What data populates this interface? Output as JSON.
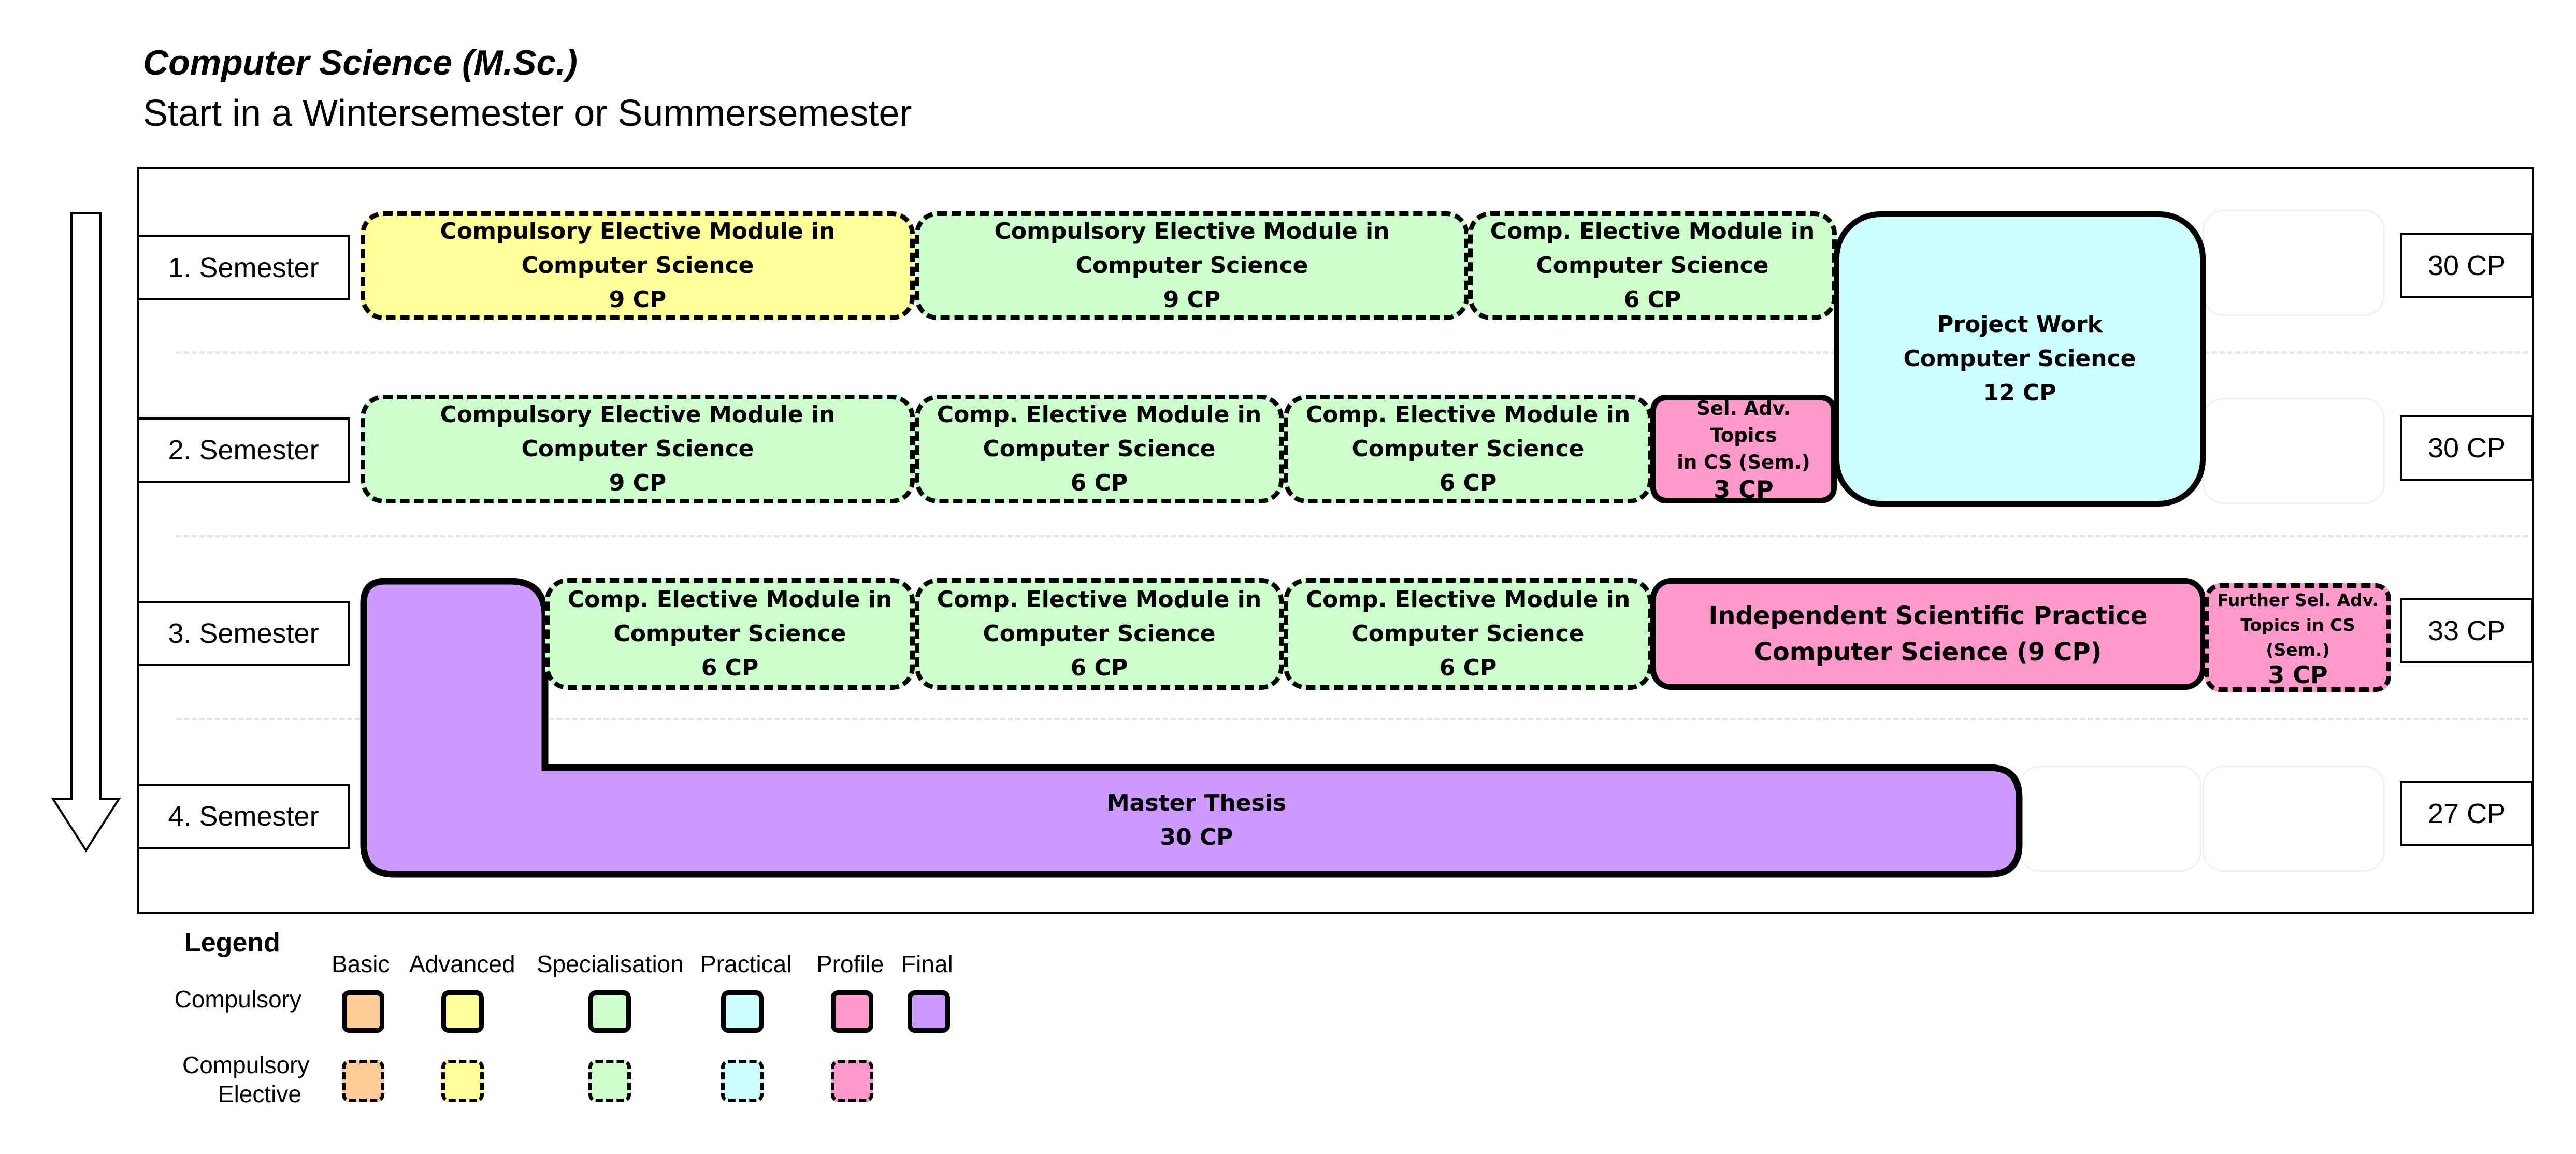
{
  "title": "Computer Science (M.Sc.)",
  "subtitle": "Start in a Wintersemester or Summersemester",
  "semesters": [
    {
      "label": "1. Semester",
      "cp": "30 CP"
    },
    {
      "label": "2. Semester",
      "cp": "30 CP"
    },
    {
      "label": "3. Semester",
      "cp": "33 CP"
    },
    {
      "label": "4. Semester",
      "cp": "27 CP"
    }
  ],
  "modules": {
    "s1a": {
      "l1": "Compulsory Elective Module in",
      "l2": "Computer Science",
      "l3": "9 CP"
    },
    "s1b": {
      "l1": "Compulsory Elective Module in",
      "l2": "Computer Science",
      "l3": "9 CP"
    },
    "s1c": {
      "l1": "Comp. Elective Module in",
      "l2": "Computer Science",
      "l3": "6 CP"
    },
    "project": {
      "l1": "Project Work",
      "l2": "Computer Science",
      "l3": "12 CP"
    },
    "s2a": {
      "l1": "Compulsory Elective Module in",
      "l2": "Computer Science",
      "l3": "9 CP"
    },
    "s2b": {
      "l1": "Comp. Elective Module in",
      "l2": "Computer Science",
      "l3": "6 CP"
    },
    "s2c": {
      "l1": "Comp. Elective Module in",
      "l2": "Computer Science",
      "l3": "6 CP"
    },
    "s2d": {
      "l1": "Sel. Adv.  Topics",
      "l2": "in CS (Sem.)",
      "l3": "3 CP"
    },
    "s3a": {
      "l1": "Comp. Elective Module in",
      "l2": "Computer Science",
      "l3": "6 CP"
    },
    "s3b": {
      "l1": "Comp. Elective Module in",
      "l2": "Computer Science",
      "l3": "6 CP"
    },
    "s3c": {
      "l1": "Comp. Elective Module in",
      "l2": "Computer Science",
      "l3": "6 CP"
    },
    "s3d": {
      "l1": "Independent Scientific Practice",
      "l2": "Computer Science (9 CP)"
    },
    "s3e": {
      "l1": "Further Sel. Adv.",
      "l2": "Topics in CS (Sem.)",
      "l3": "3 CP"
    },
    "thesis": {
      "l1": "Master Thesis",
      "l2": "30 CP"
    }
  },
  "legend": {
    "title": "Legend",
    "columns": [
      "Basic",
      "Advanced",
      "Specialisation",
      "Practical",
      "Profile",
      "Final"
    ],
    "rows": [
      "Compulsory",
      "Compulsory Elective"
    ],
    "colors": {
      "basic": "#ffcc99",
      "advanced": "#ffff99",
      "specialisation": "#ccffcc",
      "practical": "#ccffff",
      "profile": "#ff99cc",
      "final": "#cc99ff"
    }
  }
}
